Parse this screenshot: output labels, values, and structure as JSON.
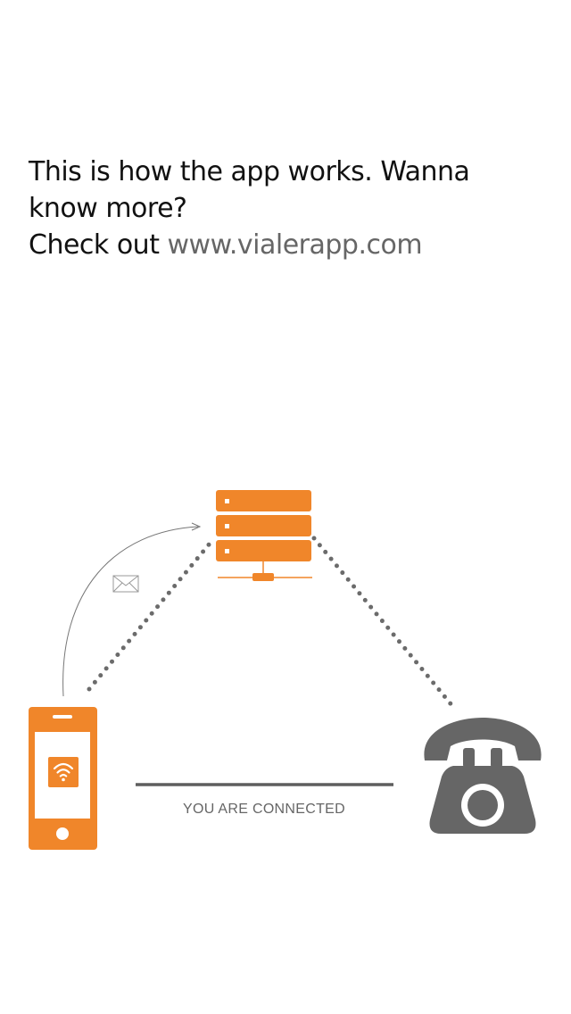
{
  "intro": {
    "line1": "This is how the app works. Wanna know more?",
    "line2_prefix": "Check out ",
    "link_text": "www.vialerapp.com"
  },
  "diagram": {
    "status_label": "YOU ARE CONNECTED",
    "icons": [
      "server-icon",
      "smartphone-icon",
      "wifi-icon",
      "envelope-icon",
      "telephone-icon"
    ],
    "colors": {
      "accent": "#F0862A",
      "dots": "#6B6B6B",
      "phone": "#666666",
      "line": "#5E5E5E"
    }
  }
}
